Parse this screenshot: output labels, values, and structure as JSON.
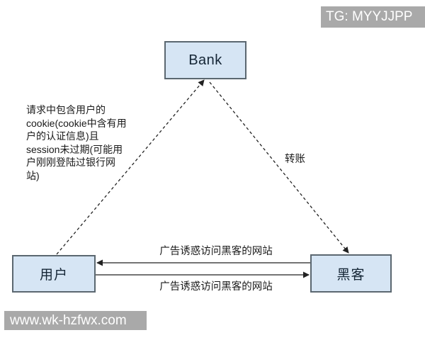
{
  "watermarks": {
    "top_right": "TG: MYYJJPP",
    "bottom_left": "www.wk-hzfwx.com"
  },
  "nodes": {
    "bank": {
      "label": "Bank"
    },
    "user": {
      "label": "用户"
    },
    "hacker": {
      "label": "黑客"
    }
  },
  "edges": {
    "user_to_bank": {
      "style": "dashed",
      "label": "请求中包含用户的\ncookie(cookie中含有用\n户的认证信息)且\nsession未过期(可能用\n户刚刚登陆过银行网\n站)"
    },
    "bank_to_hacker": {
      "style": "dashed",
      "label": "转账"
    },
    "hacker_to_user": {
      "style": "solid",
      "label": "广告诱惑访问黑客的网站"
    },
    "user_to_hacker": {
      "style": "solid",
      "label": "广告诱惑访问黑客的网站"
    }
  },
  "colors": {
    "canvas_bg": "#ffffff",
    "node_fill": "#d6e5f4",
    "node_border": "#5b6770",
    "node_text": "#152636",
    "line": "#222222",
    "label_text": "#1a1a1a",
    "watermark_bg": "#a9a9a9",
    "watermark_text": "#ffffff"
  }
}
